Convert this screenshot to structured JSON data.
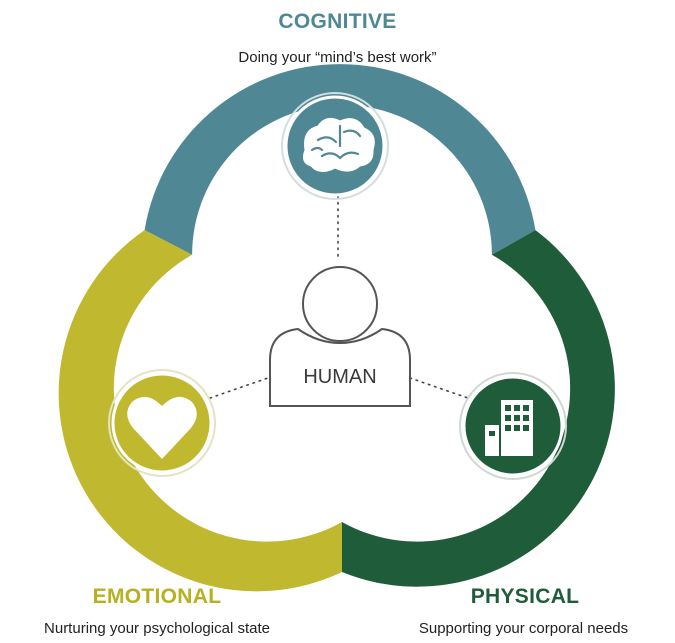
{
  "cognitive": {
    "title": "COGNITIVE",
    "description": "Doing your “mind’s best work”",
    "color": "#4f8795",
    "icon": "brain-icon"
  },
  "emotional": {
    "title": "EMOTIONAL",
    "description": "Nurturing your psychological state",
    "color": "#c0b930",
    "icon": "heart-icon"
  },
  "physical": {
    "title": "PHYSICAL",
    "description": "Supporting your corporal needs",
    "color": "#1f5c3a",
    "icon": "building-icon"
  },
  "center": {
    "label": "HUMAN",
    "icon": "person-icon"
  }
}
